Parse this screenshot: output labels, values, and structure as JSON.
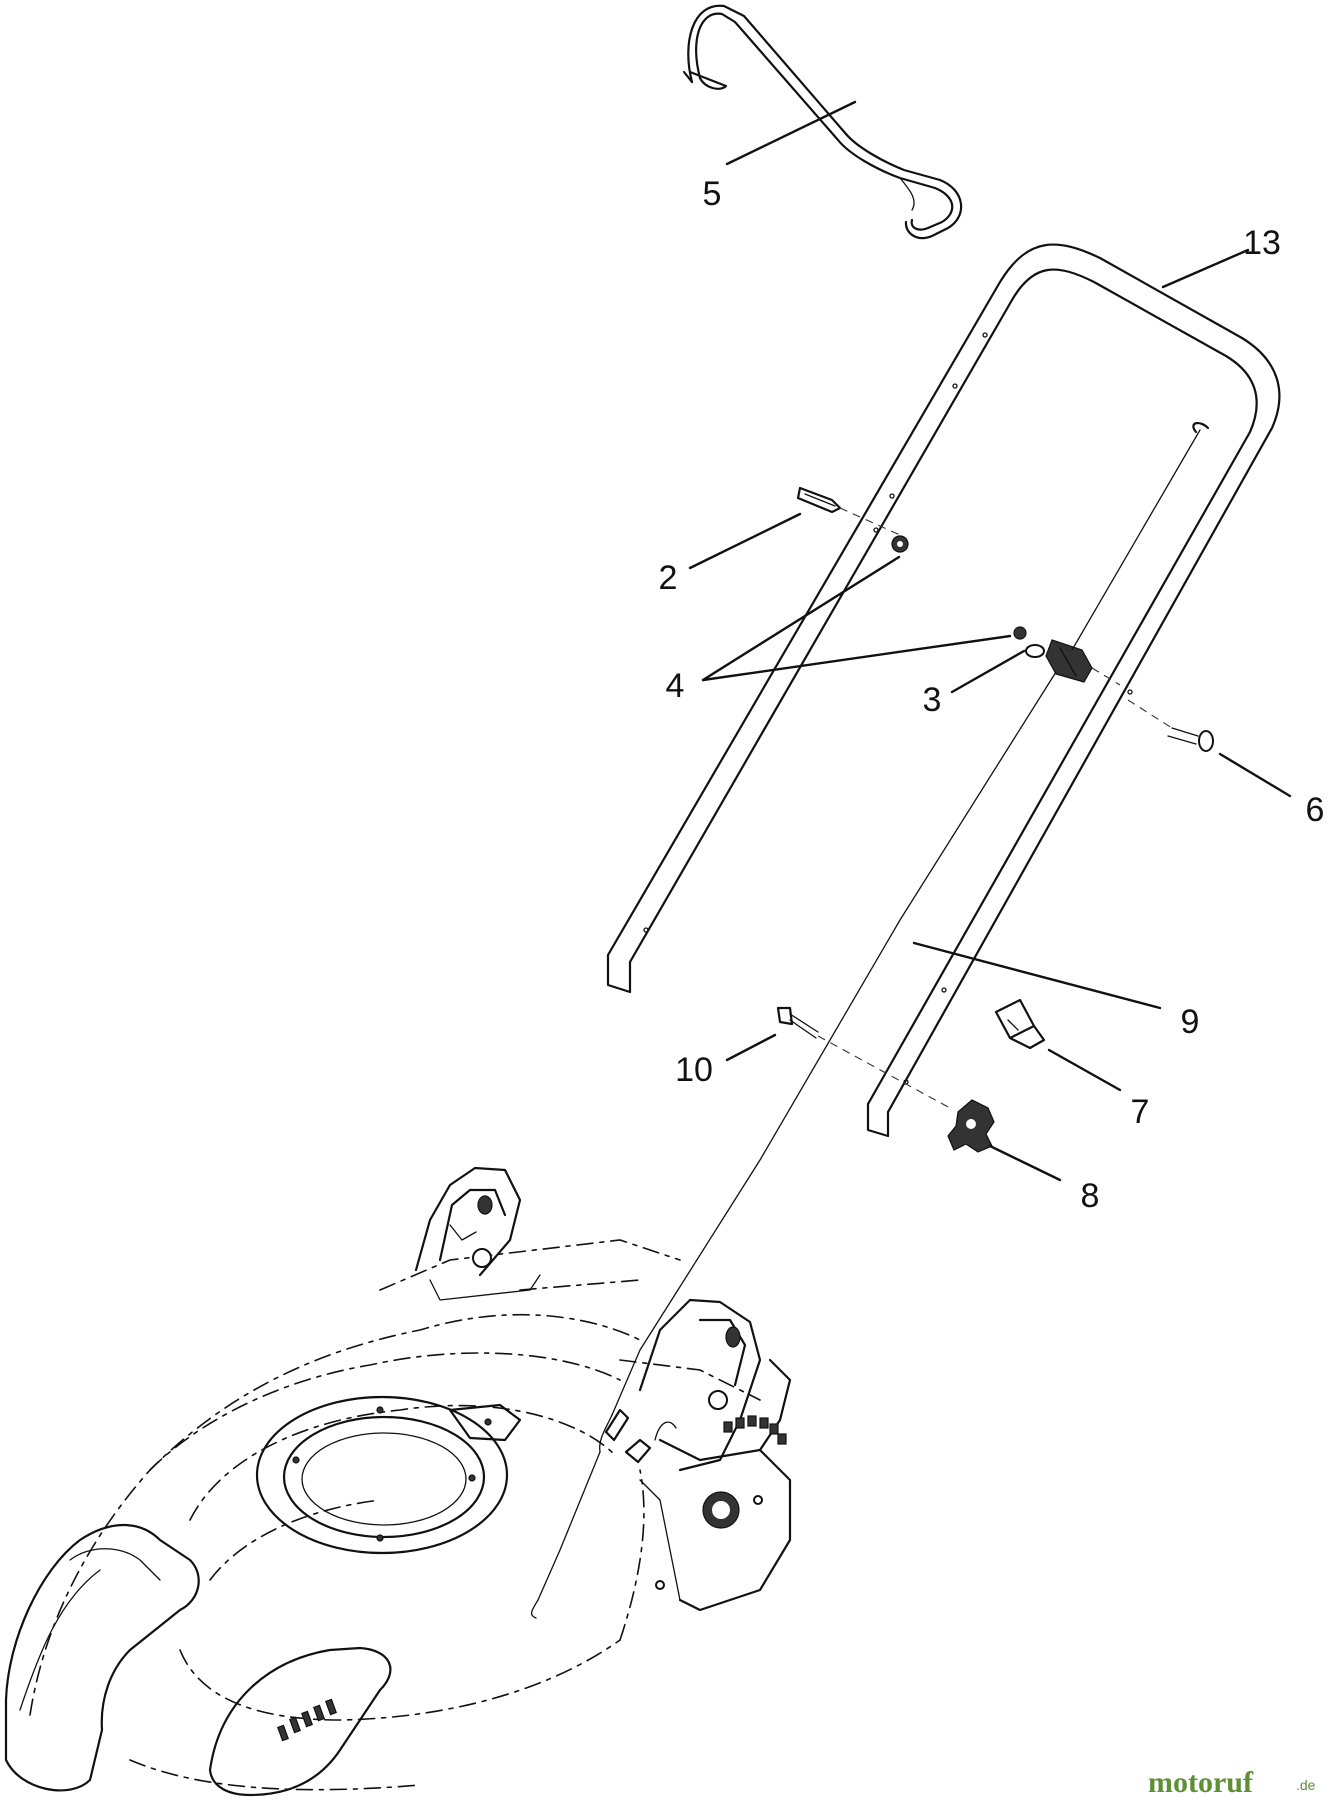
{
  "callouts": [
    {
      "id": "2",
      "label": "2"
    },
    {
      "id": "3",
      "label": "3"
    },
    {
      "id": "4",
      "label": "4"
    },
    {
      "id": "5",
      "label": "5"
    },
    {
      "id": "6",
      "label": "6"
    },
    {
      "id": "7",
      "label": "7"
    },
    {
      "id": "8",
      "label": "8"
    },
    {
      "id": "9",
      "label": "9"
    },
    {
      "id": "10",
      "label": "10"
    },
    {
      "id": "13",
      "label": "13"
    }
  ],
  "watermark": {
    "brand": "motoruf",
    "suffix": ".de"
  },
  "colors": {
    "line": "#111111",
    "watermark": "#5d8f34",
    "background": "#ffffff"
  }
}
